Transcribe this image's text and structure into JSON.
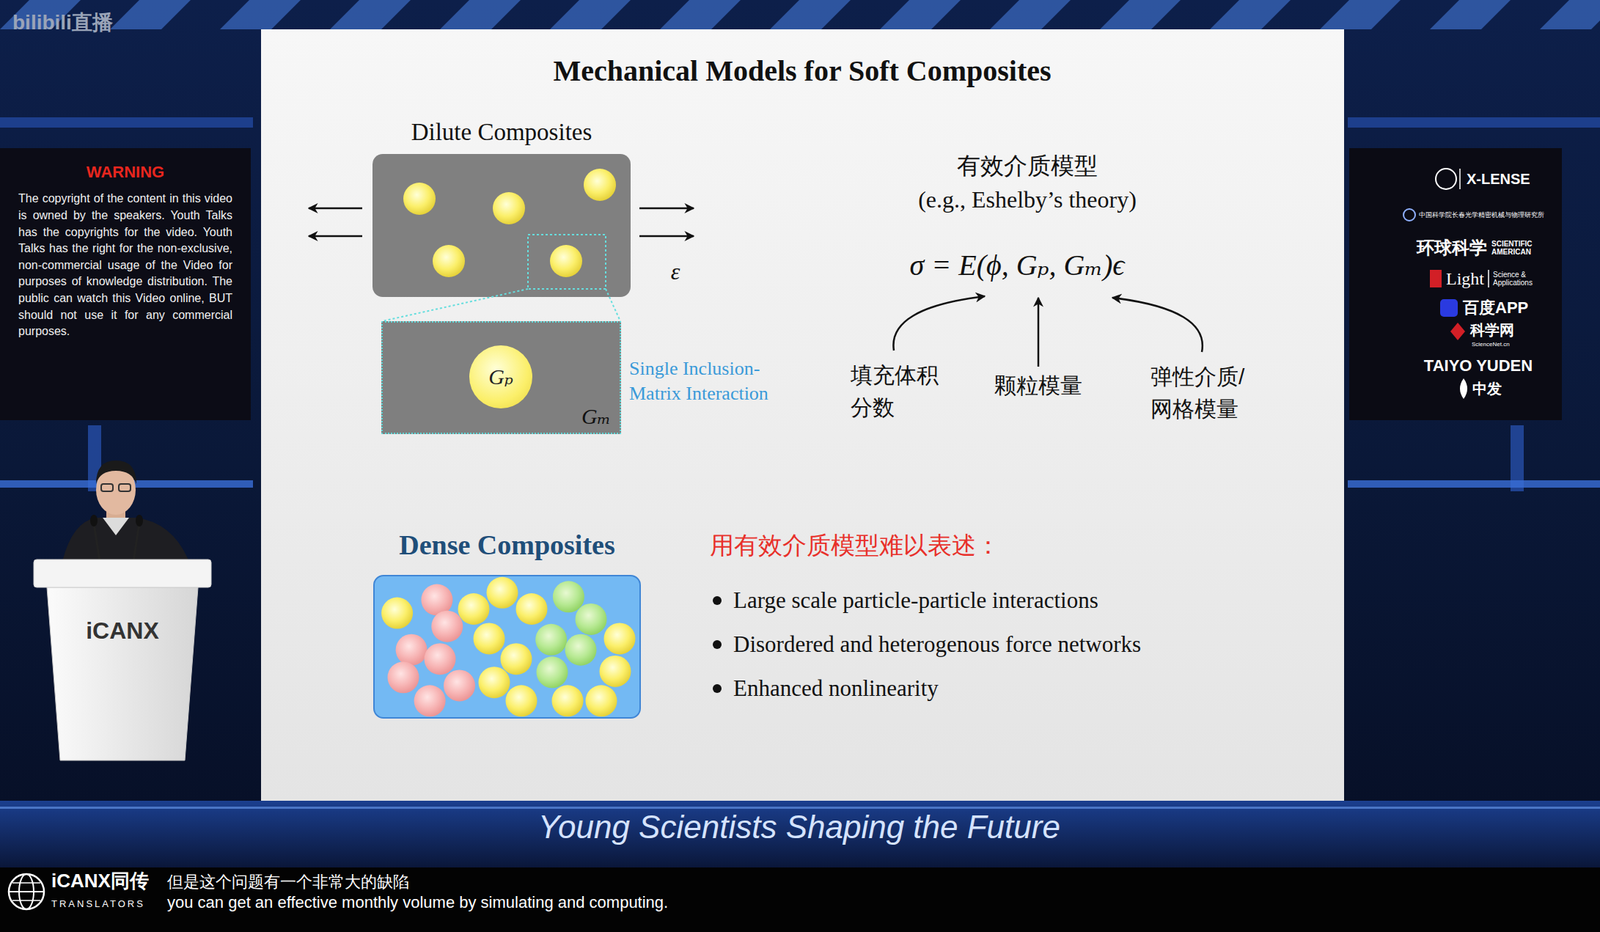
{
  "diagram": {
    "title": "Mechanical Models for Soft Composites",
    "nodes": [
      {
        "text": [
          "Dilute Composites"
        ]
      },
      {
        "text": [
          "Gₘ"
        ]
      },
      {
        "text": [
          "Gₚ"
        ],
        "in": 1
      },
      {
        "text": [
          "Dense Composites"
        ]
      },
      {
        "text": [
          "WARNING",
          "The copyright of the content in this video is owned by the speakers. Youth Talks has the copyrights for the video. Youth Talks has the right for the non-exclusive, non-commercial usage of the Video for purposes of knowledge distribution. The public can watch this Video online, BUT should not use it for any commercial purposes."
        ]
      },
      {
        "text": [
          "iCANX"
        ]
      }
    ],
    "labels": [
      "bilibili直播",
      "ε",
      "Single Inclusion-Matrix Interaction",
      "有效介质模型",
      "(e.g., Eshelby’s theory)",
      "σ = E(ϕ, Gₚ, Gₘ)ϵ",
      "填充体积分数",
      "颗粒模量",
      "弹性介质/网格模量",
      "用有效介质模型难以表述：",
      "Large scale particle-particle interactions",
      "Disordered and heterogenous force networks",
      "Enhanced nonlinearity",
      "X-LENSE",
      "中国科学院长春光学精密机械与物理研究所",
      "环球科学",
      "SCIENTIFIC AMERICAN",
      "Light",
      "Science & Applications",
      "百度APP",
      "科学网",
      "ScienceNet.cn",
      "TAIYO YUDEN",
      "中发",
      "Young Scientists Shaping the Future",
      "iCANX同传",
      "TRANSLATORS",
      "但是这个问题有一个非常大的缺陷",
      "you can get an effective monthly volume by simulating and computing."
    ]
  }
}
